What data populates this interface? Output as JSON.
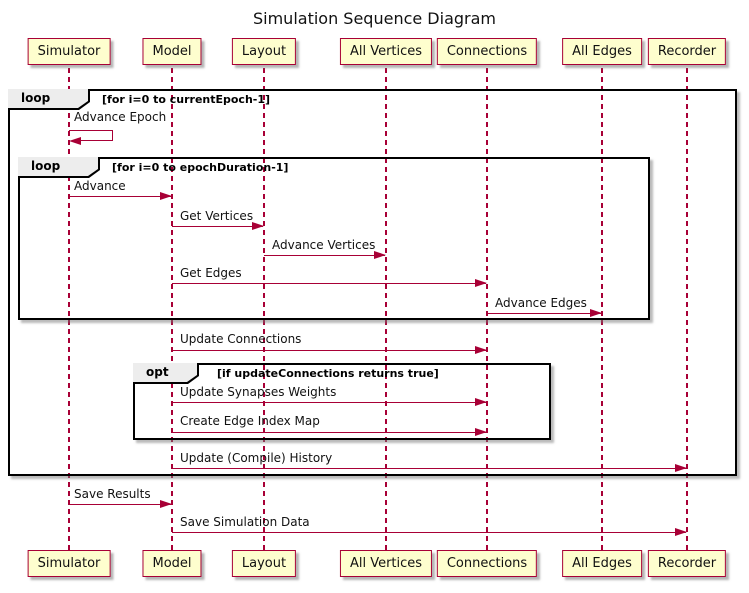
{
  "title": "Simulation Sequence Diagram",
  "colors": {
    "participant_fill": "#FEFECE",
    "participant_border": "#A80036",
    "arrow_line": "#A80036",
    "frame_border": "#000000",
    "frame_label_fill": "#EDEDED"
  },
  "participants": [
    {
      "label": "Simulator"
    },
    {
      "label": "Model"
    },
    {
      "label": "Layout"
    },
    {
      "label": "All Vertices"
    },
    {
      "label": "Connections"
    },
    {
      "label": "All Edges"
    },
    {
      "label": "Recorder"
    }
  ],
  "frames": {
    "outer_loop": {
      "keyword": "loop",
      "guard": "[for i=0 to currentEpoch-1]"
    },
    "inner_loop": {
      "keyword": "loop",
      "guard": "[for i=0 to epochDuration-1]"
    },
    "opt": {
      "keyword": "opt",
      "guard": "[if updateConnections returns true]"
    }
  },
  "messages": [
    {
      "label": "Advance Epoch",
      "from": "Simulator",
      "to": "Simulator",
      "type": "self"
    },
    {
      "label": "Advance",
      "from": "Simulator",
      "to": "Model",
      "type": "solid"
    },
    {
      "label": "Get Vertices",
      "from": "Model",
      "to": "Layout",
      "type": "solid"
    },
    {
      "label": "Advance Vertices",
      "from": "Layout",
      "to": "All Vertices",
      "type": "solid"
    },
    {
      "label": "Get Edges",
      "from": "Model",
      "to": "Connections",
      "type": "solid"
    },
    {
      "label": "Advance Edges",
      "from": "Connections",
      "to": "All Edges",
      "type": "solid"
    },
    {
      "label": "Update Connections",
      "from": "Model",
      "to": "Connections",
      "type": "solid"
    },
    {
      "label": "Update Synapses Weights",
      "from": "Model",
      "to": "Connections",
      "type": "solid"
    },
    {
      "label": "Create Edge Index Map",
      "from": "Model",
      "to": "Connections",
      "type": "solid"
    },
    {
      "label": "Update (Compile) History",
      "from": "Model",
      "to": "Recorder",
      "type": "solid"
    },
    {
      "label": "Save Results",
      "from": "Simulator",
      "to": "Model",
      "type": "solid"
    },
    {
      "label": "Save Simulation Data",
      "from": "Model",
      "to": "Recorder",
      "type": "solid"
    }
  ]
}
